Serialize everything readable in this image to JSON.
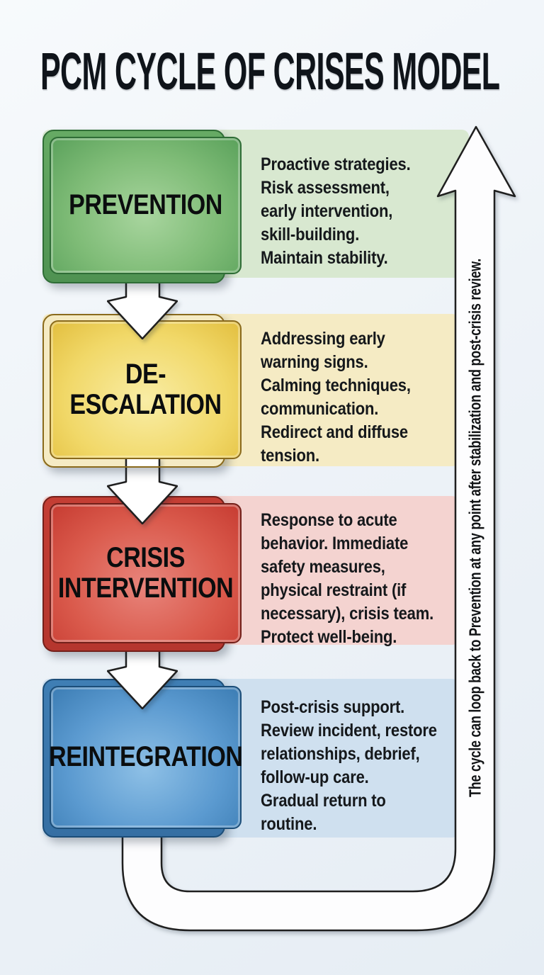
{
  "title": "PCM CYCLE OF CRISES MODEL",
  "stages": [
    {
      "label": "PREVENTION",
      "description": "Proactive strategies.\nRisk assessment,\nearly intervention,\nskill-building.\nMaintain stability.",
      "box_color": "#7fbc77",
      "band_color": "#d8e8d0"
    },
    {
      "label": "DE-ESCALATION",
      "description": "Addressing early\nwarning signs.\nCalming techniques,\ncommunication.\nRedirect and diffuse\ntension.",
      "box_color": "#f1d868",
      "band_color": "#f5ebc4"
    },
    {
      "label": "CRISIS\nINTERVENTION",
      "description": "Response to acute\nbehavior. Immediate\nsafety measures,\nphysical restraint (if\nnecessary), crisis team.\nProtect well-being.",
      "box_color": "#da5a4c",
      "band_color": "#f4d3d0"
    },
    {
      "label": "REINTEGRATION",
      "description": "Post-crisis support.\nReview incident, restore\nrelationships, debrief,\nfollow-up care.\nGradual return to\nroutine.",
      "box_color": "#5b9ad0",
      "band_color": "#cfe0ef"
    }
  ],
  "loop_arrow": {
    "label": "The cycle can loop back to Prevention at any point after stabilization and post-crisis review.",
    "fill_color": "#fdfdfe",
    "outline_color": "#1f1f1f"
  },
  "title_color": "#0f141a",
  "background_color": "#eef3f8"
}
